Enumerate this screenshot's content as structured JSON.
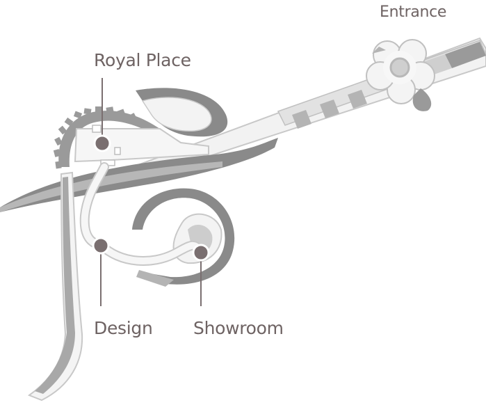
{
  "map": {
    "locations": [
      {
        "id": "entrance",
        "label": "Entrance"
      },
      {
        "id": "royal-place",
        "label": "Royal Place"
      },
      {
        "id": "design",
        "label": "Design"
      },
      {
        "id": "showroom",
        "label": "Showroom"
      }
    ],
    "colors": {
      "band_dark": "#8a8a8a",
      "band_mid": "#b4b4b4",
      "band_light": "#d6d6d6",
      "outline": "#c8c8c8",
      "marker": "#7a6f70",
      "label_text": "#6e6363",
      "background": "#ffffff"
    }
  }
}
